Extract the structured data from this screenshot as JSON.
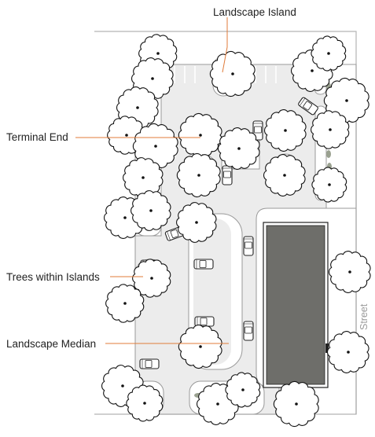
{
  "labels": {
    "landscape_island": "Landscape Island",
    "terminal_end": "Terminal End",
    "trees_within_islands": "Trees within Islands",
    "landscape_median": "Landscape Median",
    "street": "Street"
  },
  "colors": {
    "callout_line": "#e07b39",
    "pavement": "#ececec",
    "building": "#6e6e6a",
    "outline": "#8a8a8a",
    "tree_outline": "#111111",
    "shrub": "#9aa190"
  }
}
